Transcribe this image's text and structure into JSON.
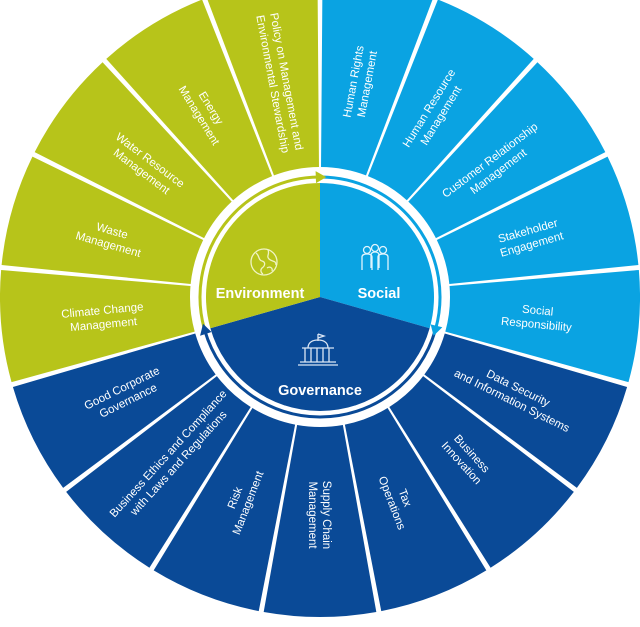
{
  "colors": {
    "environment": "#b7c41a",
    "social": "#0aa3e2",
    "governance": "#0a4a97",
    "icon_environment": "#e9f0b0",
    "icon_social": "#d8f1fc",
    "icon_governance": "#d7e3f3"
  },
  "center": {
    "environment": "Environment",
    "social": "Social",
    "governance": "Governance"
  },
  "segments": [
    {
      "group": "social",
      "lines": [
        "Human Rights",
        "Management"
      ]
    },
    {
      "group": "social",
      "lines": [
        "Human Resource",
        "Management"
      ]
    },
    {
      "group": "social",
      "lines": [
        "Customer Relationship",
        "Management"
      ]
    },
    {
      "group": "social",
      "lines": [
        "Stakeholder",
        "Engagement"
      ]
    },
    {
      "group": "social",
      "lines": [
        "Social",
        "Responsibility"
      ]
    },
    {
      "group": "governance",
      "lines": [
        "Data Security",
        "and Information Systems"
      ]
    },
    {
      "group": "governance",
      "lines": [
        "Business",
        "Innovation"
      ]
    },
    {
      "group": "governance",
      "lines": [
        "Tax",
        "Operations"
      ]
    },
    {
      "group": "governance",
      "lines": [
        "Supply Chain",
        "Management"
      ]
    },
    {
      "group": "governance",
      "lines": [
        "Risk",
        "Management"
      ]
    },
    {
      "group": "governance",
      "lines": [
        "Business Ethics and Compliance",
        "with Laws and Regulations"
      ]
    },
    {
      "group": "governance",
      "lines": [
        "Good Corporate",
        "Governance"
      ]
    },
    {
      "group": "environment",
      "lines": [
        "Climate Change",
        "Management"
      ]
    },
    {
      "group": "environment",
      "lines": [
        "Waste",
        "Management"
      ]
    },
    {
      "group": "environment",
      "lines": [
        "Water Resource",
        "Management"
      ]
    },
    {
      "group": "environment",
      "lines": [
        "Energy",
        "Management"
      ]
    },
    {
      "group": "environment",
      "lines": [
        "Policy on Management and",
        "Environmental Stewardship"
      ]
    }
  ]
}
